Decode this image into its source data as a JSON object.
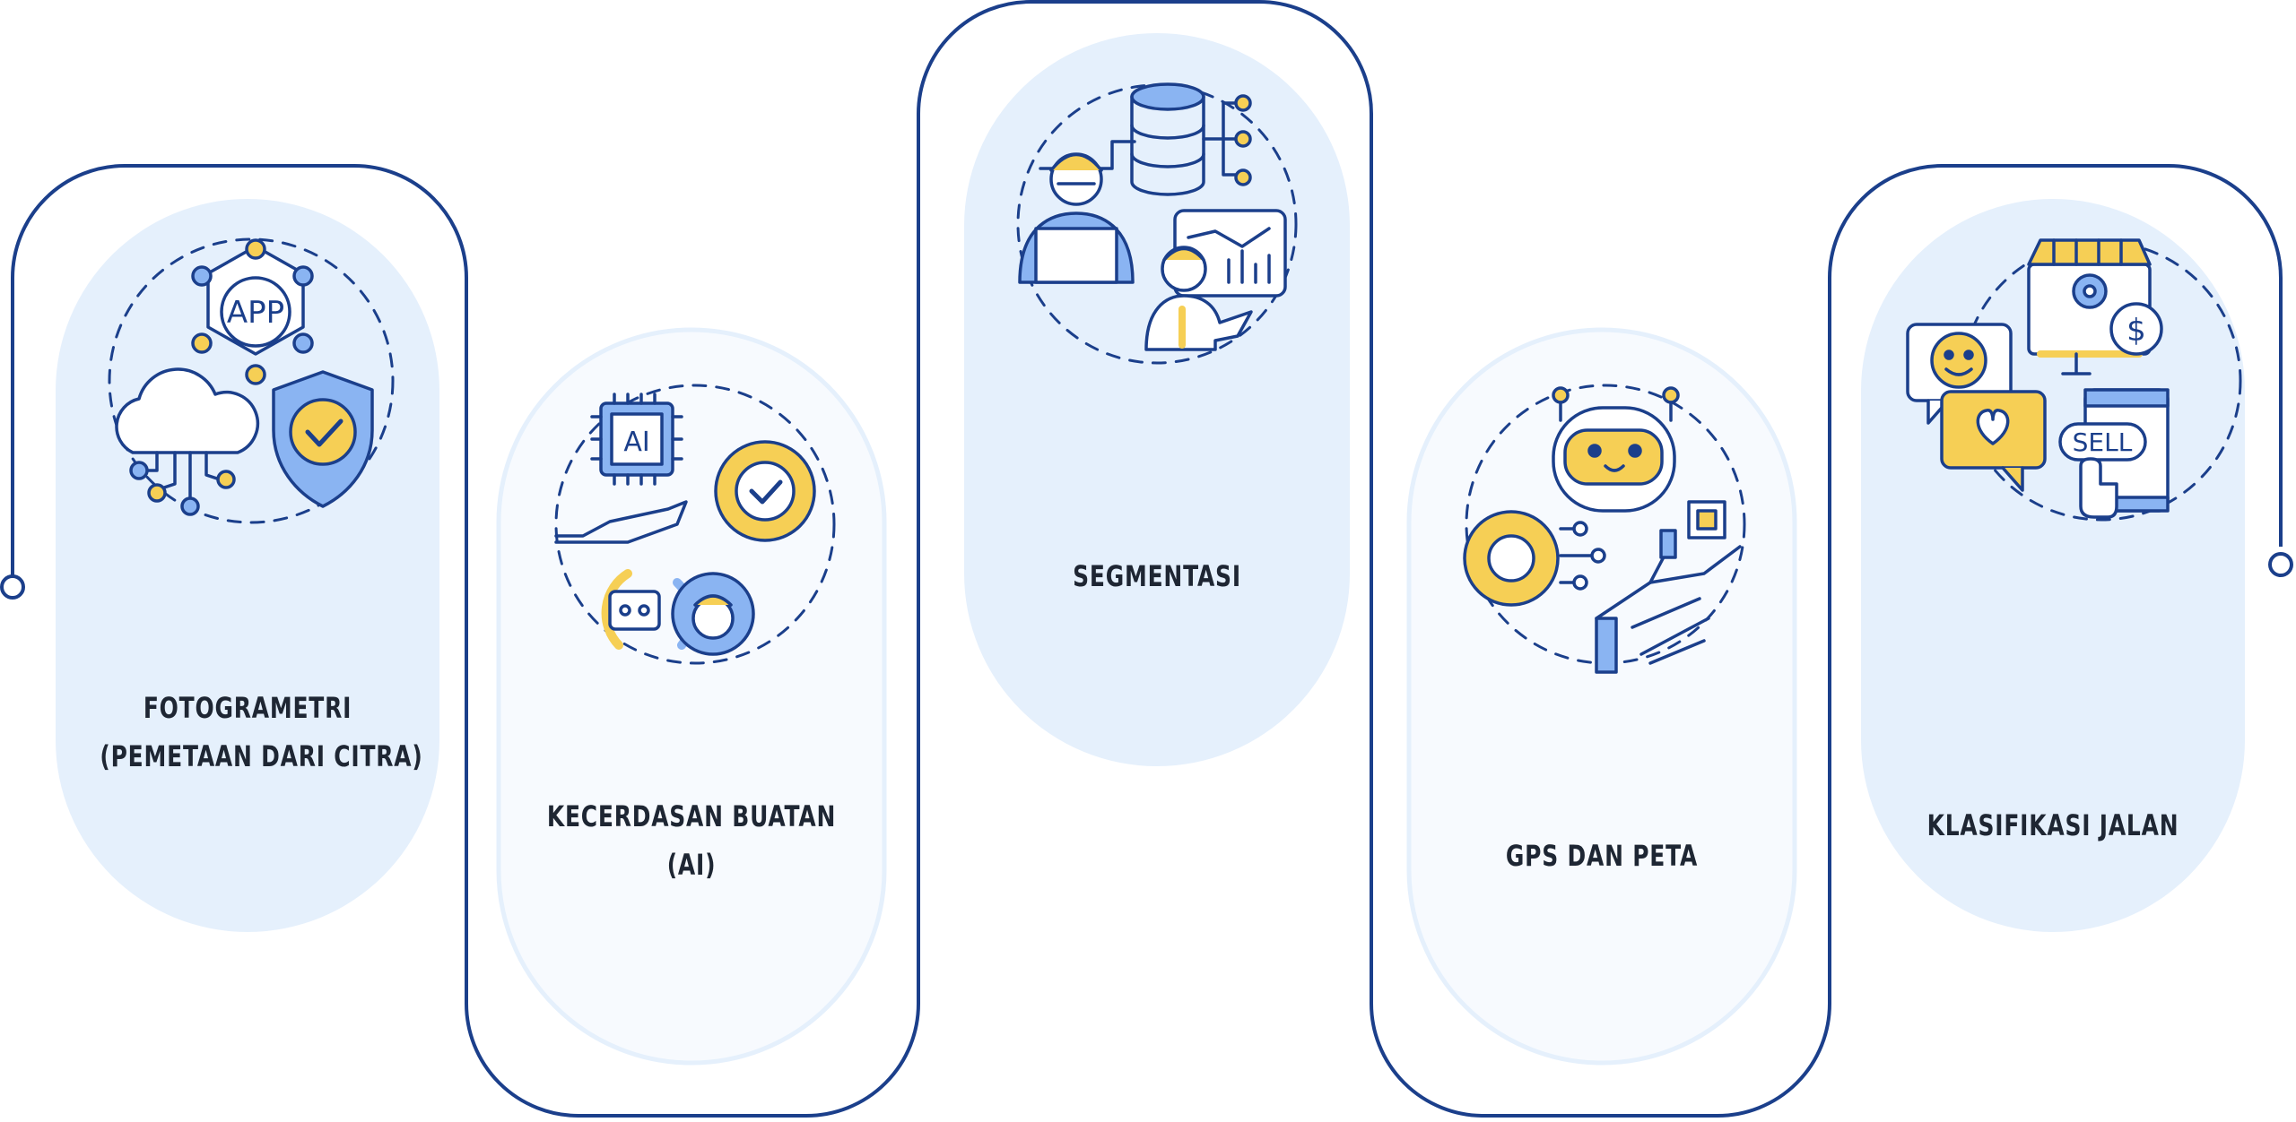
{
  "colors": {
    "outline": "#1b3f8b",
    "pill_fill": "#e5f0fc",
    "pill_fill_light": "#f4f8fd",
    "accent_yellow": "#f6cf55",
    "accent_blue": "#8ab4f2",
    "text": "#1e2633"
  },
  "steps": [
    {
      "label_lines": [
        "FOTOGRAMETRI",
        "(PEMETAAN DARI CITRA)"
      ],
      "icon": "app-cloud-shield-icon"
    },
    {
      "label_lines": [
        "KECERDASAN BUATAN",
        "(AI)"
      ],
      "icon": "ai-chip-gear-robot-icon"
    },
    {
      "label_lines": [
        "SEGMENTASI"
      ],
      "icon": "database-people-chart-icon"
    },
    {
      "label_lines": [
        "GPS DAN PETA"
      ],
      "icon": "robot-gear-hand-icon"
    },
    {
      "label_lines": [
        "KLASIFIKASI JALAN"
      ],
      "icon": "shop-chat-sell-icon"
    }
  ]
}
